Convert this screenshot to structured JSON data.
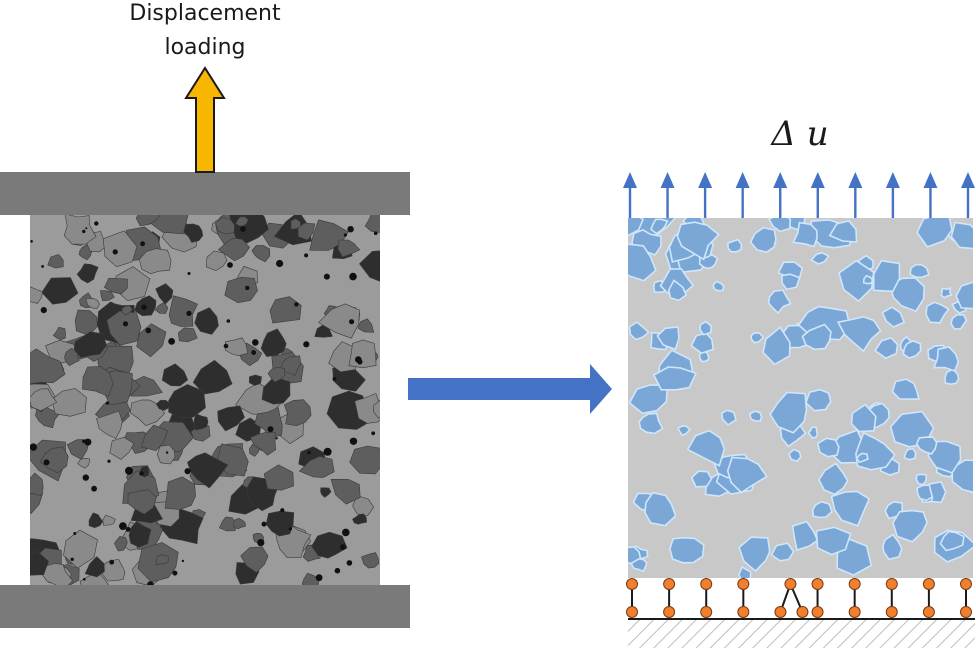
{
  "labels": {
    "load_line1": "Displacement",
    "load_line2": "loading",
    "delta_u": "Δ u"
  },
  "colors": {
    "platen": "#7a7a7a",
    "load_arrow_fill": "#f7b600",
    "load_arrow_stroke": "#1a1a1a",
    "transfer_arrow": "#4472c4",
    "model_matrix": "#c8c8c8",
    "model_aggregate": "#7aa7d6",
    "model_aggregate_edge": "#cfe6fb",
    "displacement_arrow": "#4472c4",
    "support_node": "#f07f2e",
    "support_line": "#1a1a1a",
    "ct_matrix": "#9b9b9b",
    "ct_aggregate_dark": "#2e2e2e",
    "ct_aggregate_mid": "#5e5e5e",
    "ct_aggregate_light": "#8a8a8a"
  },
  "icons": {
    "load_arrow": "up-arrow-icon",
    "transfer_arrow": "right-arrow-icon",
    "displacement_arrows": "up-arrow-icon",
    "supports": "roller-support-icon",
    "ground": "ground-hatch-icon"
  },
  "model": {
    "displacement_arrow_count": 10,
    "support_count": 10
  }
}
